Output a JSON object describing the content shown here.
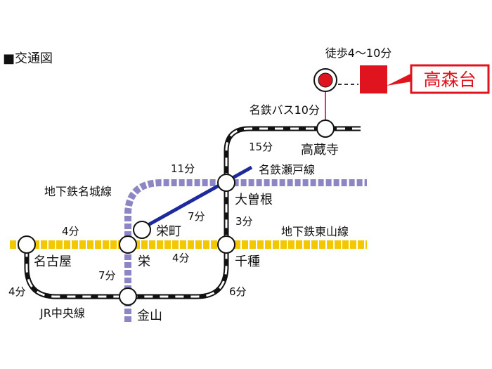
{
  "heading": "■交通図",
  "destination": {
    "name": "高森台",
    "walk": "徒歩4～10分",
    "color": "#e0141e"
  },
  "bus": {
    "label": "名鉄バス10分",
    "color": "#e0307a"
  },
  "lines": {
    "meijo": {
      "name": "地下鉄名城線",
      "color": "#8c86c4"
    },
    "higashiyama": {
      "name": "地下鉄東山線",
      "color": "#f3c800"
    },
    "seto": {
      "name": "名鉄瀬戸線",
      "color": "#1c2a9c"
    },
    "chuo": {
      "name": "JR中央線",
      "color": "#111111"
    }
  },
  "stations": {
    "takakuraji": "高蔵寺",
    "ozone": "大曽根",
    "sakaemachi": "栄町",
    "sakae": "栄",
    "chikusa": "千種",
    "nagoya": "名古屋",
    "kanayama": "金山"
  },
  "times": {
    "takakuraji_ozone": "15分",
    "meijo_sakae_ozone": "11分",
    "seto_sakaemachi_ozone": "7分",
    "ozone_chikusa": "3分",
    "nagoya_sakae": "4分",
    "sakae_chikusa": "4分",
    "sakae_kanayama": "7分",
    "nagoya_kanayama": "4分",
    "kanayama_chikusa": "6分"
  }
}
